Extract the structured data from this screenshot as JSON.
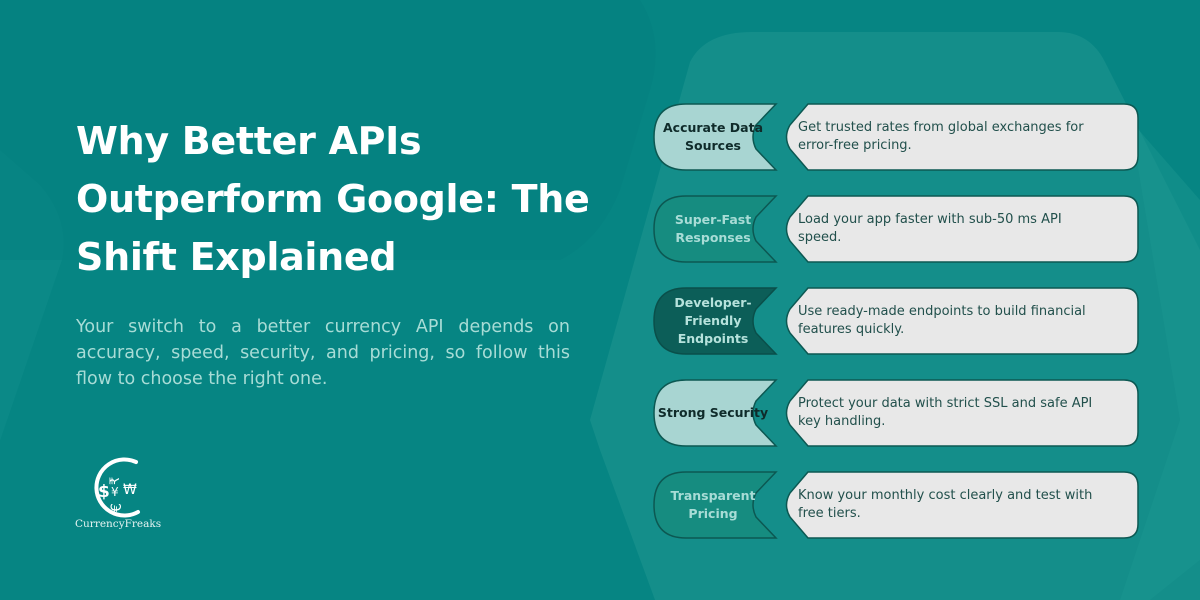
{
  "header": {
    "title": "Why Better APIs Outperform Google: The Shift Explained",
    "description": "Your switch to a better currency API depends on accuracy, speed, security, and pricing, so follow this flow to choose the right one."
  },
  "logo": {
    "icon": "currency-symbols-circle-icon",
    "name": "CurrencyFreaks"
  },
  "colors": {
    "background": "#068583",
    "panel": "#148e8a",
    "title": "#ffffff",
    "description": "#a8dcd6",
    "card": "#e8e8e8",
    "card_text": "#22504c",
    "tag_light": "#a8d5d2",
    "tag_mid": "#168c80",
    "tag_dark": "#0c5e58"
  },
  "flow": {
    "items": [
      {
        "label": "Accurate Data Sources",
        "text": "Get trusted rates from global exchanges for error-free pricing.",
        "tag_style": "light"
      },
      {
        "label": "Super-Fast Responses",
        "text": "Load your app faster with sub-50 ms API speed.",
        "tag_style": "mid"
      },
      {
        "label": "Developer-Friendly Endpoints",
        "text": "Use ready-made endpoints to build financial features quickly.",
        "tag_style": "dark"
      },
      {
        "label": "Strong Security",
        "text": "Protect your data with strict SSL and safe API key handling.",
        "tag_style": "light"
      },
      {
        "label": "Transparent Pricing",
        "text": "Know your monthly cost clearly and test with free tiers.",
        "tag_style": "mid"
      }
    ]
  }
}
